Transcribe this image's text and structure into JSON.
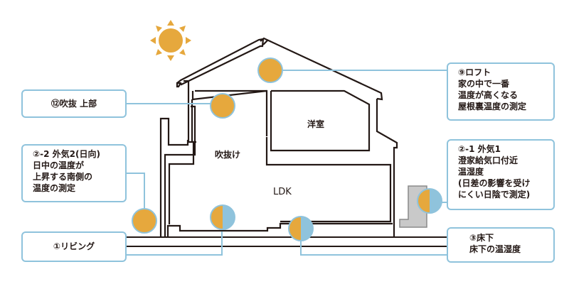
{
  "colors": {
    "sensor_orange": "#e6a83d",
    "sensor_blue": "#8fc3dc",
    "wall": "#231815",
    "leader_line": "#8fc3dc",
    "sun": "#e6a83d",
    "hood_gray": "#c9c9c9"
  },
  "rooms": {
    "yoshitsu": "洋室",
    "fukinuke": "吹抜け",
    "ldk": "LDK"
  },
  "labels": {
    "loft": [
      "⑨ロフト",
      "家の中で一番",
      "温度が高くなる",
      "屋根裏温度の測定"
    ],
    "fukinuke_top": [
      "⑫吹抜 上部"
    ],
    "outside2": [
      "②-2 外気2(日向)",
      "日中の温度が",
      "上昇する南側の",
      "温度の測定"
    ],
    "living": [
      "①リビング"
    ],
    "outside1": [
      "②-1 外気1",
      "澄家給気口付近",
      "温湿度",
      "(日差の影響を受け",
      "にくい日陰で測定)"
    ],
    "underfloor": [
      "③床下",
      "床下の温湿度"
    ]
  },
  "sensors": [
    {
      "id": "loft",
      "type": "temperature"
    },
    {
      "id": "fukinuke_top",
      "type": "temperature"
    },
    {
      "id": "outside2",
      "type": "temperature"
    },
    {
      "id": "living",
      "type": "temperature-humidity"
    },
    {
      "id": "underfloor",
      "type": "temperature-humidity"
    },
    {
      "id": "outside1",
      "type": "temperature-humidity"
    }
  ],
  "icons": {
    "sun": "sun-icon"
  }
}
